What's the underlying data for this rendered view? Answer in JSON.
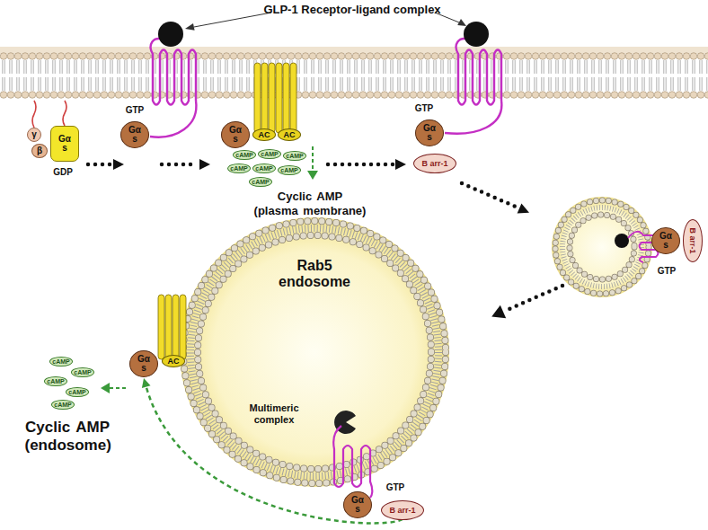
{
  "diagram": {
    "nodes": [
      {
        "text": [
          "γ"
        ]
      },
      {
        "text": [
          "β"
        ]
      },
      {
        "text": [
          "Gα s"
        ]
      },
      {
        "text": [
          "Gα s"
        ]
      },
      {
        "text": [
          "Gα s"
        ]
      },
      {
        "text": [
          "AC"
        ]
      },
      {
        "text": [
          "AC"
        ]
      },
      {
        "text": [
          "cAMP"
        ]
      },
      {
        "text": [
          "cAMP"
        ]
      },
      {
        "text": [
          "cAMP"
        ]
      },
      {
        "text": [
          "cAMP"
        ]
      },
      {
        "text": [
          "cAMP"
        ]
      },
      {
        "text": [
          "cAMP"
        ]
      },
      {
        "text": [
          "cAMP"
        ]
      },
      {
        "text": [
          "Gα s"
        ]
      },
      {
        "text": [
          "B arr-1"
        ]
      },
      {
        "text": [
          "Gα s"
        ]
      },
      {
        "text": [
          "B arr-1"
        ]
      },
      {
        "text": [
          "Rab5 endosome"
        ]
      },
      {
        "text": [
          "Gα s"
        ]
      },
      {
        "text": [
          "AC"
        ]
      },
      {
        "text": [
          "cAMP"
        ]
      },
      {
        "text": [
          "cAMP"
        ]
      },
      {
        "text": [
          "cAMP"
        ]
      },
      {
        "text": [
          "cAMP"
        ]
      },
      {
        "text": [
          "cAMP"
        ]
      },
      {
        "text": [
          "Gα s"
        ]
      },
      {
        "text": [
          "B arr-1"
        ]
      }
    ],
    "edges": [
      {
        "from": 27,
        "to": 19,
        "arrow": "to"
      }
    ],
    "labels": [
      "GLP-1 Receptor-ligand complex",
      "GTP",
      "GTP",
      "GDP",
      "Cyclic AMP (plasma membrane)",
      "GTP",
      "Multimeric complex",
      "GTP",
      "Cyclic AMP (endosome)"
    ]
  }
}
